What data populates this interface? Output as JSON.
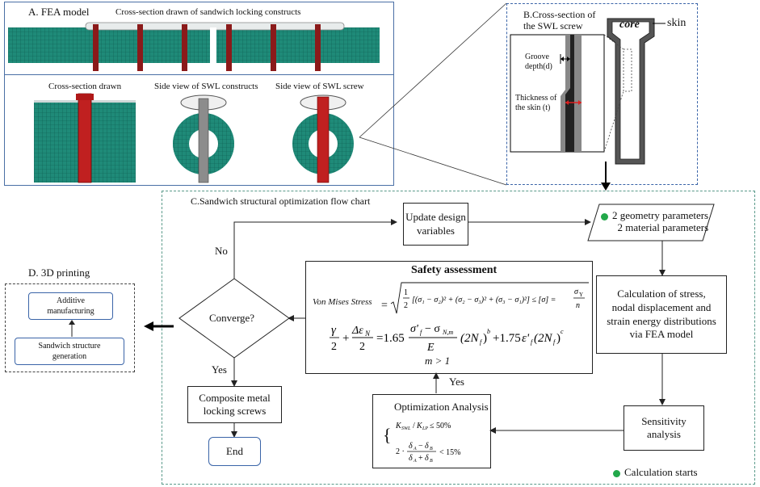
{
  "colors": {
    "mesh_green": "#1f8a78",
    "mesh_dark": "#0c5b4e",
    "screw_red": "#8b1a1a",
    "panel_border": "#4a6fa5",
    "flow_dashed_border": "#5a9a8a",
    "calc_dot": "#22a84a"
  },
  "panelA": {
    "title": "A.  FEA  model",
    "top_caption": "Cross-section drawn of sandwich locking constructs",
    "sub1": "Cross-section drawn",
    "sub2": "Side view of SWL constructs",
    "sub3": "Side view of SWL screw"
  },
  "panelB": {
    "title": "B.Cross-section of\nthe SWL screw",
    "core": "core",
    "skin": "skin",
    "groove": "Groove\ndepth(d)",
    "thickness": "Thickness of\nthe skin (t)"
  },
  "panelC": {
    "title": "C.Sandwich structural optimization flow chart",
    "update": "Update design\nvariables",
    "params": "2 geometry parameters\n2 material parameters",
    "calc": "Calculation of stress,\nnodal displacement and\nstrain energy distributions\nvia FEA model",
    "sensitivity": "Sensitivity\nanalysis",
    "calc_starts": "Calculation starts",
    "converge": "Converge?",
    "no": "No",
    "yes1": "Yes",
    "yes2": "Yes",
    "composite": "Composite metal\nlocking screws",
    "end": "End",
    "safety_title": "Safety assessment",
    "vm_label": "Von Mises Stress",
    "m_cond": "m > 1",
    "opt_title": "Optimization Analysis",
    "opt_cond1": "K",
    "opt_cond1_tail": " ≤ 50%",
    "opt_cond2_tail": " < 15%"
  },
  "panelD": {
    "title": "D.  3D printing",
    "box1": "Additive\nmanufacturing",
    "box2": "Sandwich structure\ngeneration"
  }
}
